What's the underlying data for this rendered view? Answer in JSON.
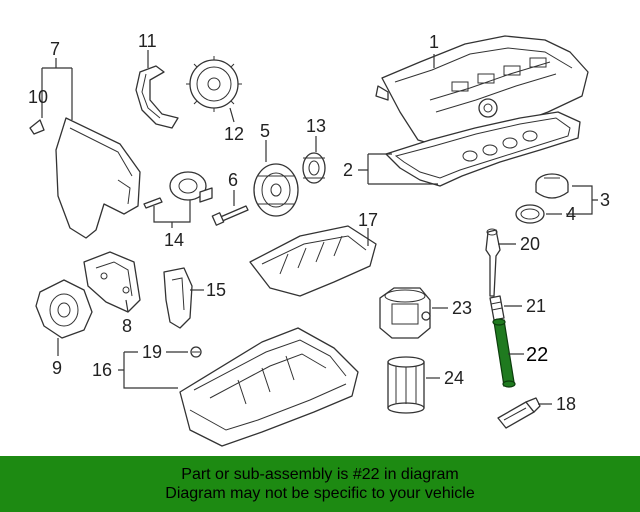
{
  "callouts": {
    "c1": "1",
    "c2": "2",
    "c3": "3",
    "c4": "4",
    "c5": "5",
    "c6": "6",
    "c7": "7",
    "c8": "8",
    "c9": "9",
    "c10": "10",
    "c11": "11",
    "c12": "12",
    "c13": "13",
    "c14": "14",
    "c15": "15",
    "c16": "16",
    "c17": "17",
    "c18": "18",
    "c19": "19",
    "c20": "20",
    "c21": "21",
    "c22": "22",
    "c23": "23",
    "c24": "24"
  },
  "banner": {
    "line1": "Part or sub-assembly is #22 in diagram",
    "line2": "Diagram may not be specific to your vehicle"
  },
  "colors": {
    "highlight": "#1d8a12",
    "highlight_part": "#1f7a1f",
    "line": "#333333"
  }
}
